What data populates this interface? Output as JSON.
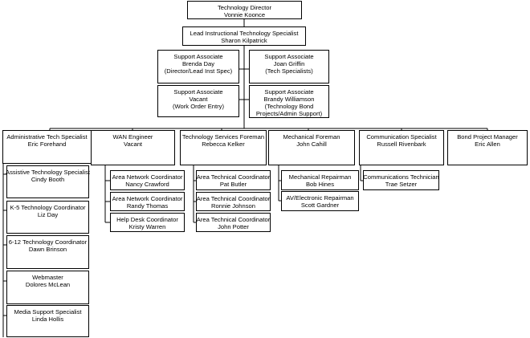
{
  "director": {
    "title": "Technology Director",
    "name": "Vonnie Koonce"
  },
  "lead": {
    "title": "Lead Instructional Technology Specialist",
    "name": "Sharon Kilpatrick"
  },
  "support": {
    "brenda": {
      "title": "Support Associate",
      "name": "Brenda Day",
      "note": "(Director/Lead Inst Spec)"
    },
    "joan": {
      "title": "Support Associate",
      "name": "Joan Griffin",
      "note": "(Tech Specialists)"
    },
    "vacant": {
      "title": "Support Associate",
      "name": "Vacant",
      "note": "(Work Order Entry)"
    },
    "brandy": {
      "title": "Support Associate",
      "name": "Brandy Williamson",
      "note": "(Technology Bond",
      "note2": "Projects/Admin Support)"
    }
  },
  "admin": {
    "title": "Administrative Tech Specialist",
    "name": "Eric Forehand"
  },
  "assistive": {
    "title": "Assistive Technology Specialist",
    "name": "Cindy Booth"
  },
  "k5": {
    "title": "K-5 Technology Coordinator",
    "name": "Liz Day"
  },
  "six12": {
    "title": "6-12 Technology Coordinator",
    "name": "Dawn Brinson"
  },
  "webmaster": {
    "title": "Webmaster",
    "name": "Dolores McLean"
  },
  "media": {
    "title": "Media Support Specialist",
    "name": "Linda Hollis"
  },
  "wan": {
    "title": "WAN Engineer",
    "name": "Vacant"
  },
  "anc1": {
    "title": "Area Network Coordinator",
    "name": "Nancy Crawford"
  },
  "anc2": {
    "title": "Area Network Coordinator",
    "name": "Randy Thomas"
  },
  "helpdesk": {
    "title": "Help Desk Coordinator",
    "name": "Kristy Warren"
  },
  "services": {
    "title": "Technology Services Foreman",
    "name": "Rebecca Kelker"
  },
  "atc1": {
    "title": "Area Technical Coordinator",
    "name": "Pat Butler"
  },
  "atc2": {
    "title": "Area Technical Coordinator",
    "name": "Ronnie Johnson"
  },
  "atc3": {
    "title": "Area Technical Coordinator",
    "name": "John  Potter"
  },
  "mech": {
    "title": "Mechanical Foreman",
    "name": "John  Cahill"
  },
  "mechrep": {
    "title": "Mechanical Repairman",
    "name": "Bob Hines"
  },
  "avrep": {
    "title": "AV/Electronic Repairman",
    "name": "Scott Gardner"
  },
  "comm": {
    "title": "Communication Specialist",
    "name": "Russell Rivenbark"
  },
  "commtech": {
    "title": "Communications Technician",
    "name": "Trae Setzer"
  },
  "bond": {
    "title": "Bond Project Manager",
    "name": "Eric Allen"
  }
}
